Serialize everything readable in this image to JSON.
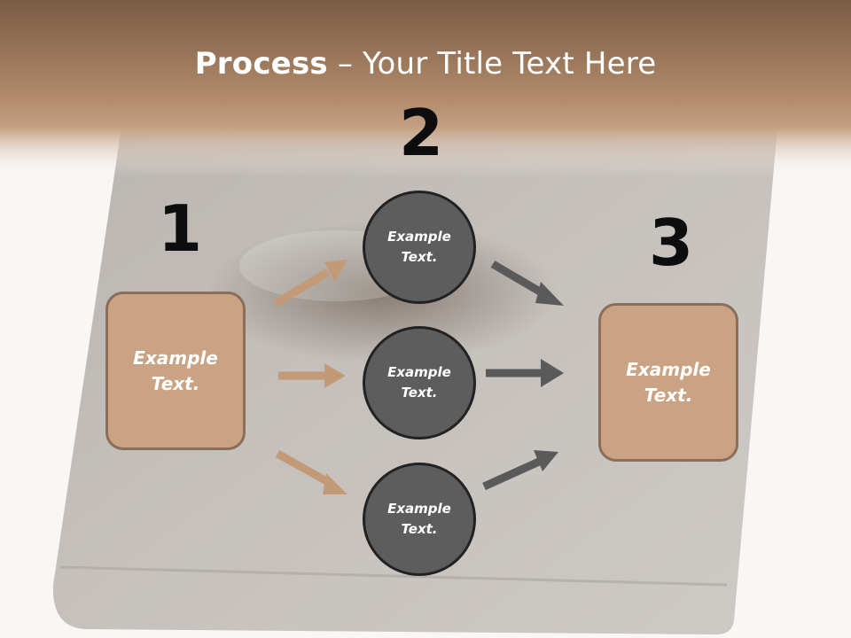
{
  "title": {
    "bold": "Process",
    "rest": " – Your Title Text Here"
  },
  "steps": [
    {
      "number": "1",
      "text": "Example\nText."
    },
    {
      "number": "2"
    },
    {
      "number": "3",
      "text": "Example\nText."
    }
  ],
  "circles": [
    {
      "text": "Example\nText."
    },
    {
      "text": "Example\nText."
    },
    {
      "text": "Example\nText."
    }
  ],
  "colors": {
    "header_brown": "#b08a6a",
    "box_fill": "#c9a384",
    "box_border": "#8b6e59",
    "circle_fill": "#5d5d5d",
    "tan_arrow": "#c39a78",
    "dark_arrow": "#5a5a5a"
  }
}
